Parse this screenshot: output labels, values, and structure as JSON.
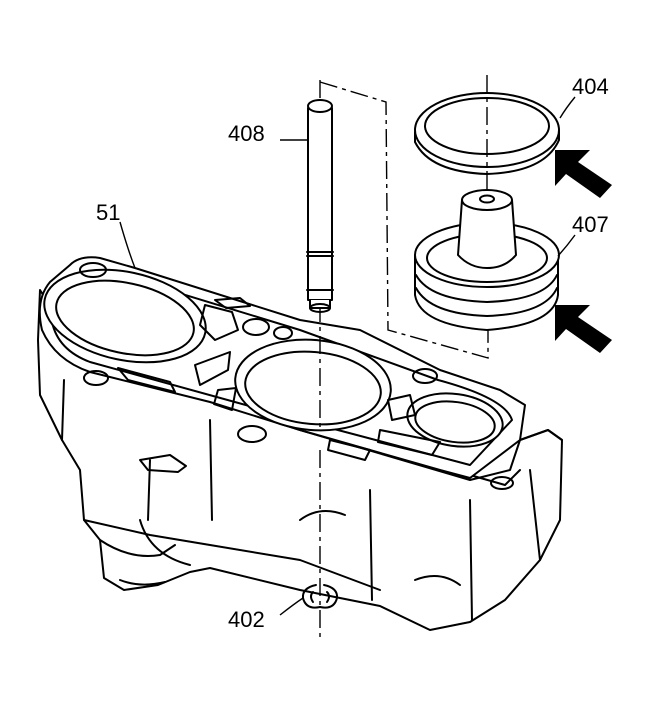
{
  "callouts": {
    "housing": "51",
    "pin": "408",
    "seal_ring": "404",
    "piston": "407",
    "snap_ring": "402"
  }
}
